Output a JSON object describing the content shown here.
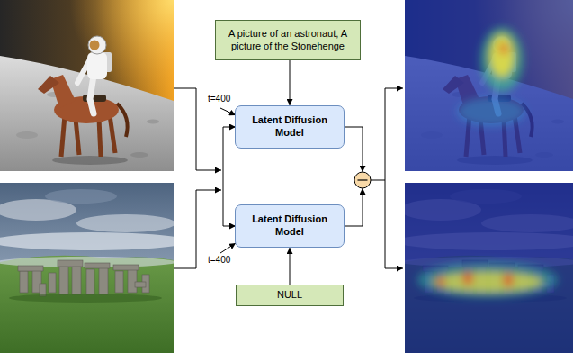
{
  "diagram": {
    "nodes": [
      {
        "text": [
          "A picture of an astronaut, A picture of the Stonehenge"
        ]
      },
      {
        "text": [
          "Latent Diffusion Model"
        ]
      },
      {
        "text": [
          "Latent Diffusion Model"
        ]
      },
      {
        "text": [
          "NULL"
        ]
      }
    ],
    "edges": [
      {
        "from": 0,
        "to": 1,
        "arrow": "to"
      },
      {
        "from": 3,
        "to": 2,
        "arrow": "to"
      }
    ],
    "labels": [
      "t=400",
      "t=400"
    ]
  }
}
